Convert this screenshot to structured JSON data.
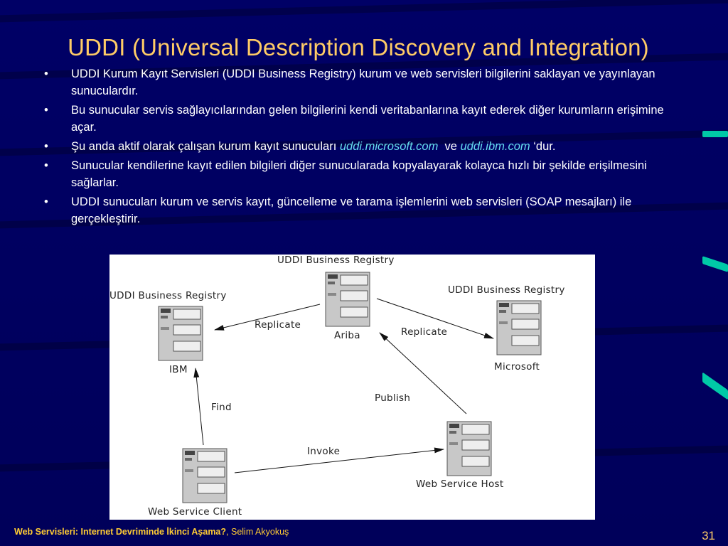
{
  "title": "UDDI (Universal Description Discovery and Integration)",
  "bullets": [
    {
      "text": "UDDI Kurum Kayıt Servisleri (UDDI Business Registry) kurum ve web servisleri bilgilerini saklayan ve yayınlayan sunuculardır."
    },
    {
      "text": "Bu sunucular servis sağlayıcılarından gelen bilgilerini kendi veritabanlarına kayıt ederek diğer kurumların erişimine açar."
    },
    {
      "prefix": "Şu anda aktif olarak çalışan kurum kayıt sunucuları ",
      "link1": "uddi.microsoft.com",
      "middle": "  ve ",
      "link2": "uddi.ibm.com",
      "suffix": " ‘dur."
    },
    {
      "text": "Sunucular kendilerine kayıt edilen bilgileri diğer sunucularada kopyalayarak kolayca hızlı bir şekilde erişilmesini sağlarlar."
    },
    {
      "text": "UDDI sunucuları kurum ve servis kayıt, güncelleme ve tarama işlemlerini web servisleri (SOAP mesajları) ile gerçekleştirir."
    }
  ],
  "diagram": {
    "nodes": {
      "ariba_title": "UDDI Business Registry",
      "ariba_name": "Ariba",
      "ibm_title": "UDDI Business Registry",
      "ibm_name": "IBM",
      "microsoft_title": "UDDI Business Registry",
      "microsoft_name": "Microsoft",
      "client_name": "Web Service Client",
      "host_name": "Web Service Host"
    },
    "edges": {
      "replicate_left": "Replicate",
      "replicate_right": "Replicate",
      "find": "Find",
      "publish": "Publish",
      "invoke": "Invoke"
    }
  },
  "footer": {
    "course": "Web Servisleri: Internet Devriminde İkinci Aşama?",
    "separator": ", ",
    "author": "Selim Akyokuş"
  },
  "page_number": "31",
  "colors": {
    "title": "#ffcc66",
    "link": "#66ddee",
    "accent": "#00c9a7",
    "background": "#000066"
  }
}
